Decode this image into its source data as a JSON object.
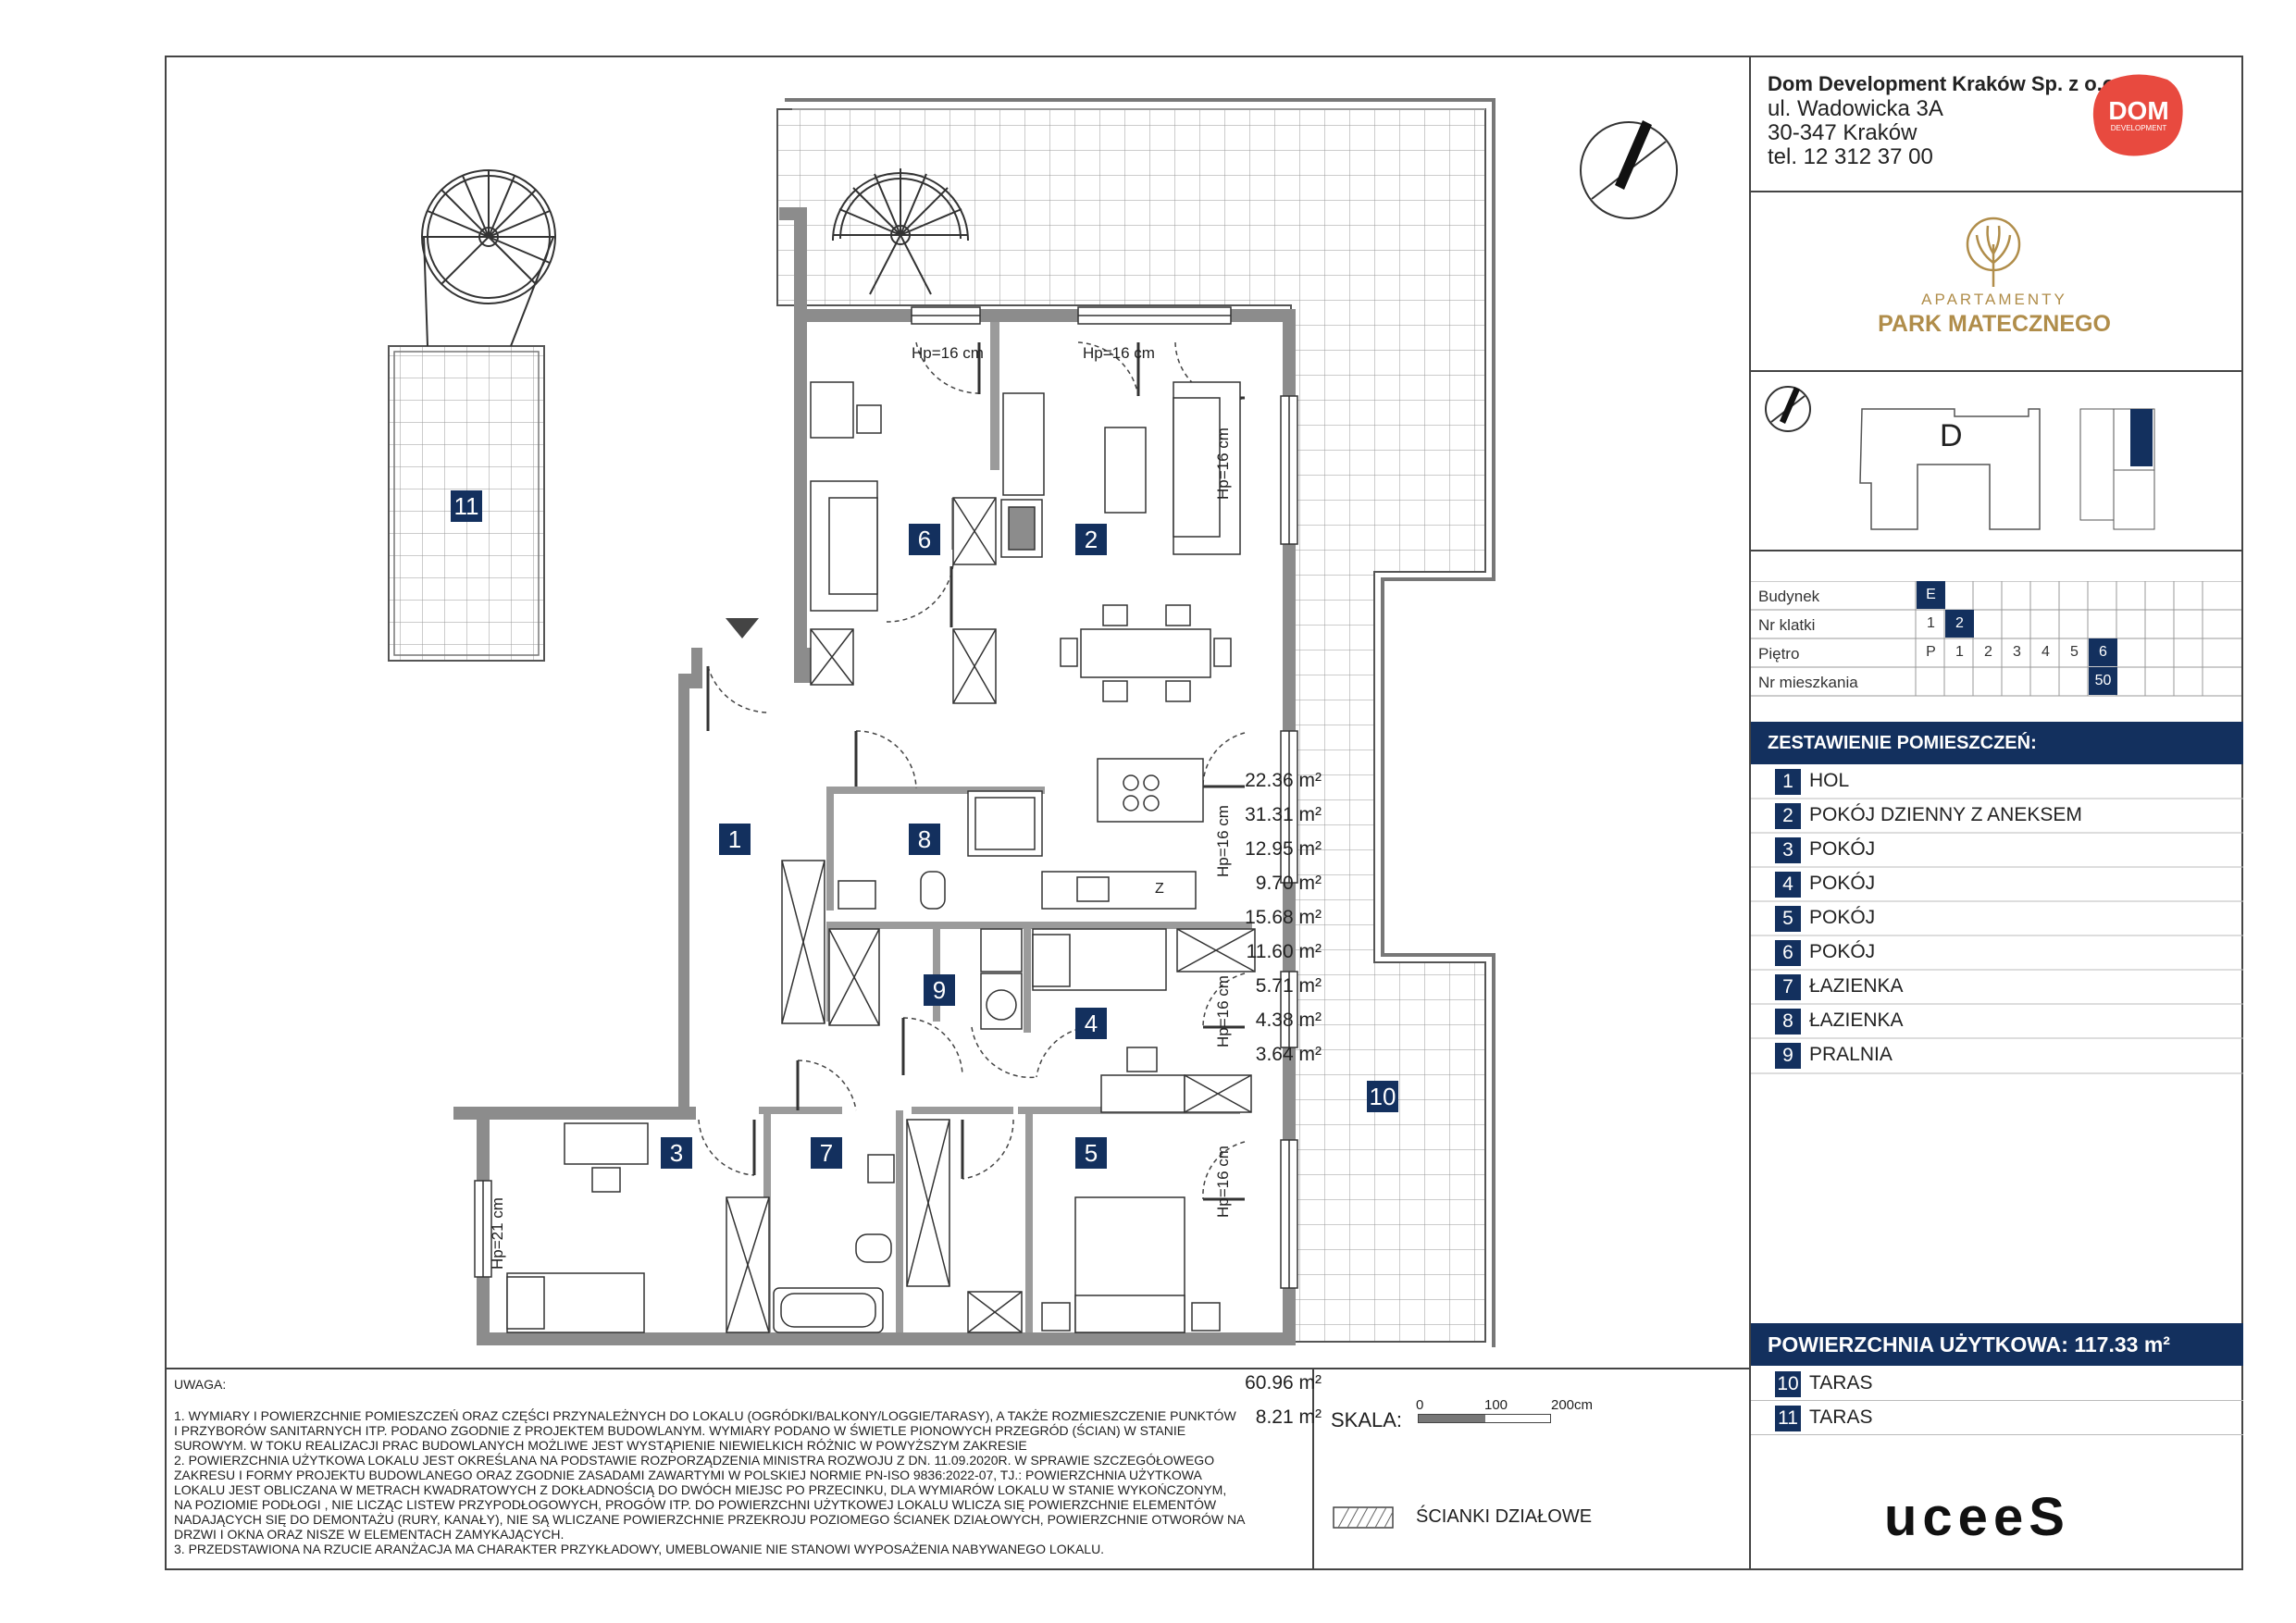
{
  "company": {
    "name": "Dom Development Kraków Sp. z o.o.",
    "street": "ul. Wadowicka 3A",
    "city": "30-347 Kraków",
    "phone": "tel. 12 312 37 00",
    "logo_text_main": "DOM",
    "logo_text_sub": "DEVELOPMENT"
  },
  "project": {
    "line1": "APARTAMENTY",
    "line2": "PARK MATECZNEGO"
  },
  "keyplan": {
    "building_letter": "D"
  },
  "location_table": {
    "rows": [
      {
        "label": "Budynek",
        "cells": [
          "E"
        ],
        "selected": "E"
      },
      {
        "label": "Nr klatki",
        "cells": [
          "1",
          "2"
        ],
        "selected": "2"
      },
      {
        "label": "Piętro",
        "cells": [
          "P",
          "1",
          "2",
          "3",
          "4",
          "5",
          "6"
        ],
        "selected": "6"
      },
      {
        "label": "Nr mieszkania",
        "cells": [
          "50"
        ],
        "selected": "50"
      }
    ]
  },
  "rooms_header": "ZESTAWIENIE POMIESZCZEŃ:",
  "rooms": [
    {
      "no": "1",
      "name": "HOL",
      "area": "22.36 m²"
    },
    {
      "no": "2",
      "name": "POKÓJ DZIENNY Z ANEKSEM",
      "area": "31.31 m²"
    },
    {
      "no": "3",
      "name": "POKÓJ",
      "area": "12.95 m²"
    },
    {
      "no": "4",
      "name": "POKÓJ",
      "area": "9.70 m²"
    },
    {
      "no": "5",
      "name": "POKÓJ",
      "area": "15.68 m²"
    },
    {
      "no": "6",
      "name": "POKÓJ",
      "area": "11.60 m²"
    },
    {
      "no": "7",
      "name": "ŁAZIENKA",
      "area": "5.71 m²"
    },
    {
      "no": "8",
      "name": "ŁAZIENKA",
      "area": "4.38 m²"
    },
    {
      "no": "9",
      "name": "PRALNIA",
      "area": "3.64 m²"
    }
  ],
  "usable_area": "POWIERZCHNIA UŻYTKOWA: 117.33 m²",
  "terraces": [
    {
      "no": "10",
      "name": "TARAS",
      "area": "60.96 m²"
    },
    {
      "no": "11",
      "name": "TARAS",
      "area": "8.21 m²"
    }
  ],
  "plan_labels": {
    "hp_16": "Hp=16 cm",
    "hp_21": "Hp=21 cm",
    "fridge_mark": "Z"
  },
  "scale": {
    "label": "SKALA:",
    "ticks": [
      "0",
      "100",
      "200cm"
    ]
  },
  "legend": {
    "partition_walls": "ŚCIANKI DZIAŁOWE"
  },
  "notes": {
    "heading": "UWAGA:",
    "lines": [
      "1. WYMIARY I POWIERZCHNIE POMIESZCZEŃ ORAZ CZĘŚCI PRZYNALEŻNYCH DO LOKALU (OGRÓDKI/BALKONY/LOGGIE/TARASY), A TAKŻE ROZMIESZCZENIE PUNKTÓW",
      "I PRZYBORÓW SANITARNYCH ITP. PODANO ZGODNIE Z PROJEKTEM BUDOWLANYM. WYMIARY PODANO W ŚWIETLE PIONOWYCH PRZEGRÓD (ŚCIAN) W STANIE",
      "SUROWYM. W TOKU REALIZACJI PRAC BUDOWLANYCH MOŻLIWE JEST WYSTĄPIENIE NIEWIELKICH RÓŻNIC W POWYŻSZYM ZAKRESIE",
      "2. POWIERZCHNIA UŻYTKOWA LOKALU JEST OKREŚLANA NA PODSTAWIE ROZPORZĄDZENIA MINISTRA ROZWOJU Z DN. 11.09.2020R. W SPRAWIE SZCZEGÓŁOWEGO",
      "ZAKRESU I FORMY PROJEKTU BUDOWLANEGO ORAZ ZGODNIE ZASADAMI ZAWARTYMI W POLSKIEJ NORMIE PN-ISO 9836:2022-07, TJ.: POWIERZCHNIA UŻYTKOWA",
      "LOKALU JEST OBLICZANA W METRACH KWADRATOWYCH Z DOKŁADNOŚCIĄ DO DWÓCH MIEJSC PO PRZECINKU, DLA WYMIARÓW LOKALU W STANIE WYKOŃCZONYM,",
      "NA POZIOMIE PODŁOGI , NIE LICZĄC LISTEW PRZYPODŁOGOWYCH, PROGÓW ITP. DO POWIERZCHNI UŻYTKOWEJ LOKALU WLICZA SIĘ POWIERZCHNIE ELEMENTÓW",
      "NADAJĄCYCH SIĘ DO DEMONTAŻU (RURY, KANAŁY), NIE SĄ WLICZANE POWIERZCHNIE PRZEKROJU POZIOMEGO ŚCIANEK DZIAŁOWYCH, POWIERZCHNIE OTWORÓW NA",
      "DRZWI I OKNA ORAZ NISZE W ELEMENTACH ZAMYKAJĄCYCH.",
      "3. PRZEDSTAWIONA NA RZUCIE ARANŻACJA MA CHARAKTER PRZYKŁADOWY, UMEBLOWANIE NIE STANOWI WYPOSAŻENIA NABYWANEGO LOKALU."
    ]
  },
  "footer_logo": "uceeS",
  "colors": {
    "navy": "#13305e",
    "wall": "#8c8c8c",
    "logo_red": "#e84a3f",
    "gold": "#b08d4a"
  }
}
